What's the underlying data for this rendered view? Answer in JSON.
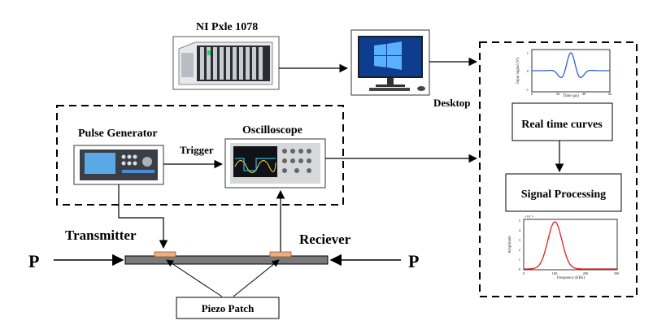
{
  "labels": {
    "ni": "NI Pxle 1078",
    "desktop": "Desktop",
    "pulse_generator": "Pulse Generator",
    "trigger": "Trigger",
    "oscilloscope": "Oscilloscope",
    "transmitter": "Transmitter",
    "receiver": "Reciever",
    "p_left": "P",
    "p_right": "P",
    "piezo_patch": "Piezo Patch",
    "real_time_curves": "Real time curves",
    "signal_processing": "Signal Processing"
  },
  "charts": {
    "time": {
      "ylabel": "Input signal (V)",
      "xlabel": "Time (μs)",
      "xticks": [
        "0",
        "20",
        "40",
        "60"
      ],
      "yticks": [
        "1",
        "0",
        "-1"
      ]
    },
    "freq": {
      "ylabel": "Amplitude",
      "xlabel": "Frequency (kHz)",
      "xticks": [
        "0",
        "100",
        "200",
        "300"
      ],
      "yticks": [
        "0",
        "1",
        "2",
        "3",
        "4",
        "5"
      ],
      "exponent": "×10⁻⁴"
    }
  },
  "colors": {
    "time_curve": "#2b5fd9",
    "freq_curve": "#e02020",
    "beam": "#7a7a7a",
    "piezo": "#e8b084"
  }
}
